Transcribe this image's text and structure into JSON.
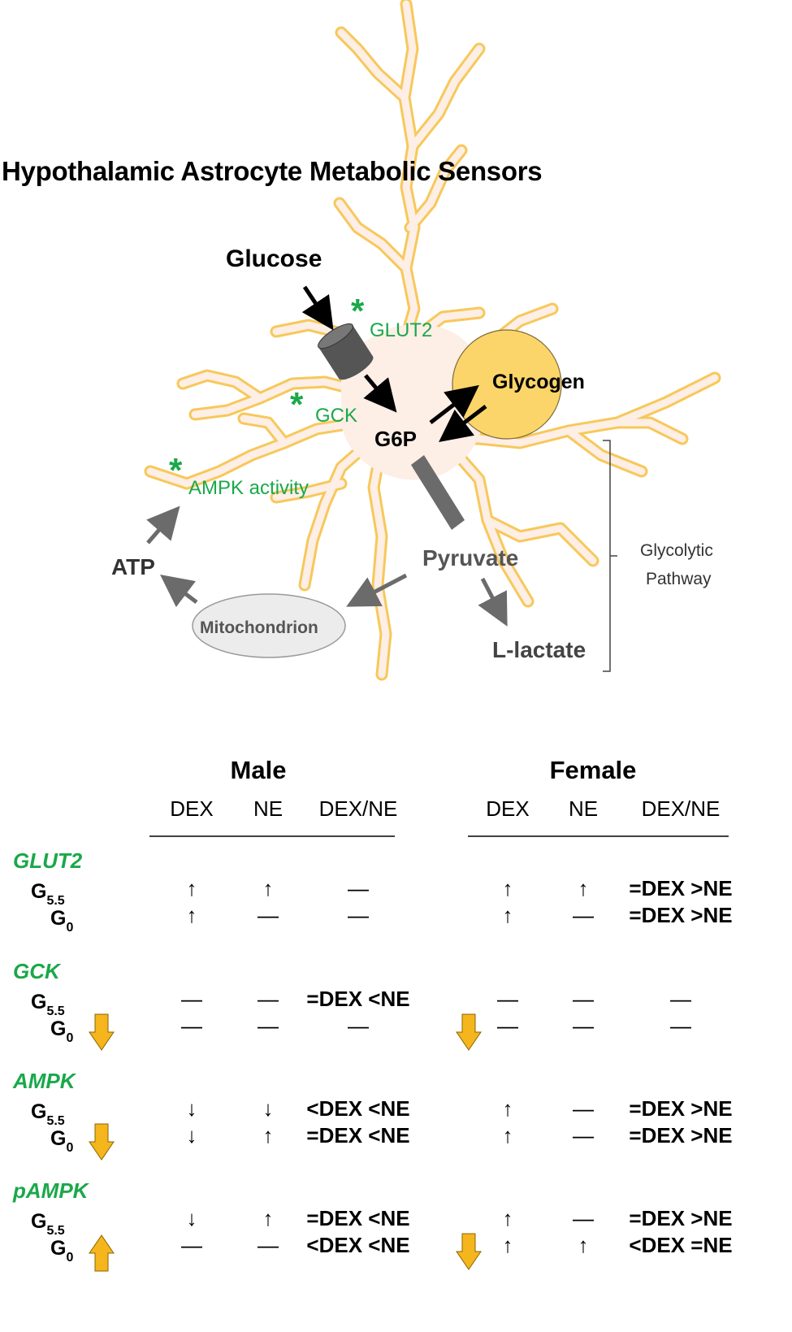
{
  "title": "Hypothalamic Astrocyte Metabolic Sensors",
  "diagram": {
    "glucose": "Glucose",
    "glut2": "GLUT2",
    "gck": "GCK",
    "ampk_activity": "AMPK activity",
    "g6p": "G6P",
    "glycogen": "Glycogen",
    "pyruvate": "Pyruvate",
    "atp": "ATP",
    "mitochondrion": "Mitochondrion",
    "llactate": "L-lactate",
    "glycolytic_1": "Glycolytic",
    "glycolytic_2": "Pathway",
    "asterisk": "*"
  },
  "table": {
    "groups": [
      "Male",
      "Female"
    ],
    "columns": [
      "DEX",
      "NE",
      "DEX/NE"
    ],
    "glucose_main": "G",
    "glucose_subs": [
      "5.5",
      "0"
    ],
    "rows": [
      {
        "label": "GLUT2",
        "trend": null,
        "male": [
          [
            "↑",
            "↑",
            "—"
          ],
          [
            "↑",
            "—",
            "—"
          ]
        ],
        "female": [
          [
            "↑",
            "↑",
            "=DEX >NE"
          ],
          [
            "↑",
            "—",
            "=DEX >NE"
          ]
        ],
        "trend_male": null,
        "trend_female": null
      },
      {
        "label": "GCK",
        "male": [
          [
            "—",
            "—",
            "=DEX <NE"
          ],
          [
            "—",
            "—",
            "—"
          ]
        ],
        "female": [
          [
            "—",
            "—",
            "—"
          ],
          [
            "—",
            "—",
            "—"
          ]
        ],
        "trend_male": "down",
        "trend_female": "down"
      },
      {
        "label": "AMPK",
        "male": [
          [
            "↓",
            "↓",
            "<DEX  <NE"
          ],
          [
            "↓",
            "↑",
            "=DEX  <NE"
          ]
        ],
        "female": [
          [
            "↑",
            "—",
            "=DEX >NE"
          ],
          [
            "↑",
            "—",
            "=DEX >NE"
          ]
        ],
        "trend_male": "down",
        "trend_female": null
      },
      {
        "label": "pAMPK",
        "male": [
          [
            "↓",
            "↑",
            "=DEX <NE"
          ],
          [
            "—",
            "—",
            "<DEX <NE"
          ]
        ],
        "female": [
          [
            "↑",
            "—",
            "=DEX >NE"
          ],
          [
            "↑",
            "↑",
            "<DEX =NE"
          ]
        ],
        "trend_male": "up",
        "trend_female": "down"
      }
    ]
  },
  "colors": {
    "astrocyte_fill": "#fdeee6",
    "astrocyte_stroke": "#f7c85a",
    "glycogen": "#fcd56a",
    "green": "#1aa84a",
    "trend_arrow": "#f5b51c",
    "dark_arrow": "#000000",
    "gray_arrow": "#6b6b6b"
  }
}
